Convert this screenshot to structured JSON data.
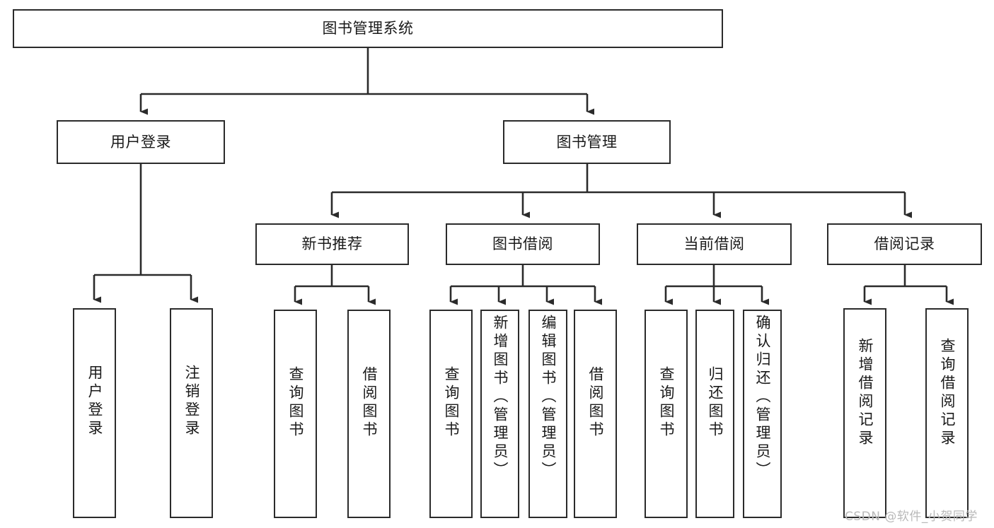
{
  "diagram": {
    "title": "图书管理系统",
    "type": "tree-hierarchy-chart",
    "orientation": "top-down",
    "colors": {
      "box_border": "#2b2b2b",
      "box_fill": "#ffffff",
      "connector": "#2b2b2b",
      "text": "#1a1a1a",
      "watermark": "#b9b9b9",
      "background": "#ffffff"
    },
    "nodes": {
      "root": {
        "label": "图书管理系统"
      },
      "level2": [
        {
          "id": "user-login",
          "label": "用户登录"
        },
        {
          "id": "book-management",
          "label": "图书管理"
        }
      ],
      "level3": [
        {
          "id": "new-book-recommend",
          "label": "新书推荐"
        },
        {
          "id": "book-borrow",
          "label": "图书借阅"
        },
        {
          "id": "current-borrow",
          "label": "当前借阅"
        },
        {
          "id": "borrow-record",
          "label": "借阅记录"
        }
      ],
      "leaves": {
        "user-login": [
          {
            "id": "leaf-user-login",
            "label": "用户登录"
          },
          {
            "id": "leaf-logout",
            "label": "注销登录"
          }
        ],
        "new-book-recommend": [
          {
            "id": "leaf-query-book-1",
            "label": "查询图书"
          },
          {
            "id": "leaf-borrow-book-1",
            "label": "借阅图书"
          }
        ],
        "book-borrow": [
          {
            "id": "leaf-query-book-2",
            "label": "查询图书"
          },
          {
            "id": "leaf-add-book",
            "label": "新增图书（管理员）"
          },
          {
            "id": "leaf-edit-book",
            "label": "编辑图书（管理员）"
          },
          {
            "id": "leaf-borrow-book-2",
            "label": "借阅图书"
          }
        ],
        "current-borrow": [
          {
            "id": "leaf-query-book-3",
            "label": "查询图书"
          },
          {
            "id": "leaf-return-book",
            "label": "归还图书"
          },
          {
            "id": "leaf-confirm-return",
            "label": "确认归还（管理员）"
          }
        ],
        "borrow-record": [
          {
            "id": "leaf-add-record",
            "label": "新增借阅记录"
          },
          {
            "id": "leaf-query-record",
            "label": "查询借阅记录"
          }
        ]
      }
    },
    "watermark": "CSDN @软件_小贺同学"
  }
}
